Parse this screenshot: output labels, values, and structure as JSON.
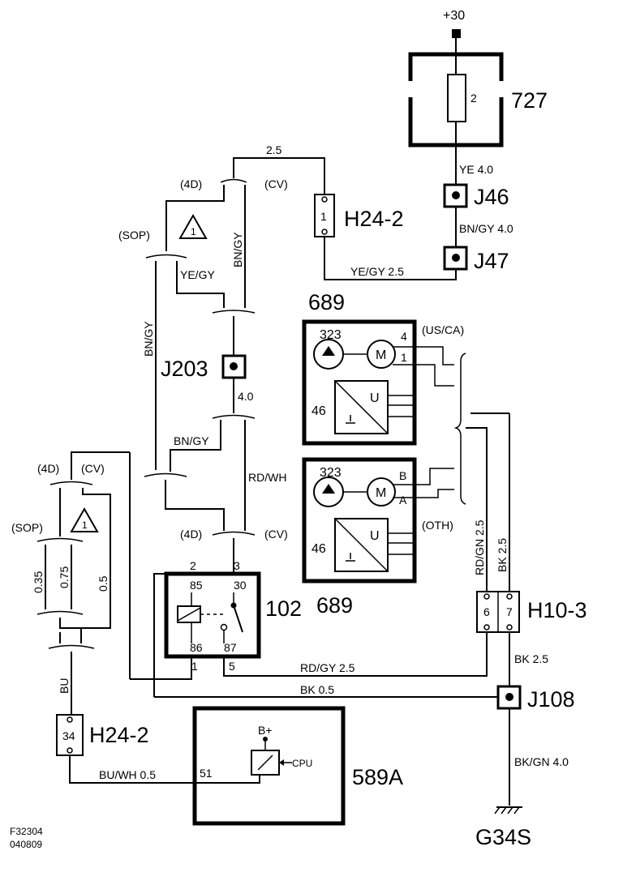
{
  "supply": "+30",
  "fuse_box": {
    "id": "727",
    "fuse": "2"
  },
  "wires": {
    "ye_4": "YE  4.0",
    "bngy_4": "BN/GY 4.0",
    "yegy_25": "YE/GY  2.5",
    "top_25": "2.5",
    "bngy_a": "BN/GY",
    "yegy": "YE/GY",
    "bngy_b": "BN/GY",
    "bngy_c": "BN/GY",
    "v40": "4.0",
    "rdwh": "RD/WH",
    "rdgn": "RD/GN 2.5",
    "bk25_v": "BK  2.5",
    "bk25": "BK 2.5",
    "rdgy": "RD/GY  2.5",
    "bk05": "BK  0.5",
    "bkgn": "BK/GN  4.0",
    "buwh": "BU/WH  0.5",
    "bu": "BU",
    "w035": "0.35",
    "w075": "0.75",
    "w05": "0.5"
  },
  "variants": {
    "d4_top": "(4D)",
    "cv_top": "(CV)",
    "sop_top": "(SOP)",
    "note_top": "1",
    "d4_left": "(4D)",
    "cv_left": "(CV)",
    "sop_left": "(SOP)",
    "note_left": "1",
    "d4_mid": "(4D)",
    "cv_mid": "(CV)",
    "usca": "(US/CA)",
    "oth": "(OTH)"
  },
  "connectors": {
    "j46": "J46",
    "j47": "J47",
    "j203": "J203",
    "j108": "J108",
    "h24_top": "H24-2",
    "h24_top_pin": "1",
    "h24_bot": "H24-2",
    "h24_bot_pin": "34",
    "h10": "H10-3",
    "h10_pin6": "6",
    "h10_pin7": "7"
  },
  "pump_top": {
    "id": "689",
    "pump": "323",
    "motor": "M",
    "pin4": "4",
    "pin1": "1",
    "sensor": "46",
    "u": "U"
  },
  "pump_bot": {
    "id": "689",
    "pump": "323",
    "motor": "M",
    "pinB": "B",
    "pinA": "A",
    "sensor": "46",
    "u": "U"
  },
  "relay": {
    "id": "102",
    "p2": "2",
    "p3": "3",
    "p85": "85",
    "p30": "30",
    "p86": "86",
    "p87": "87",
    "p1": "1",
    "p5": "5"
  },
  "ecu": {
    "id": "589A",
    "bplus": "B+",
    "cpu": "CPU",
    "pin": "51"
  },
  "ground": "G34S",
  "figure": {
    "code1": "F32304",
    "code2": "040809"
  }
}
